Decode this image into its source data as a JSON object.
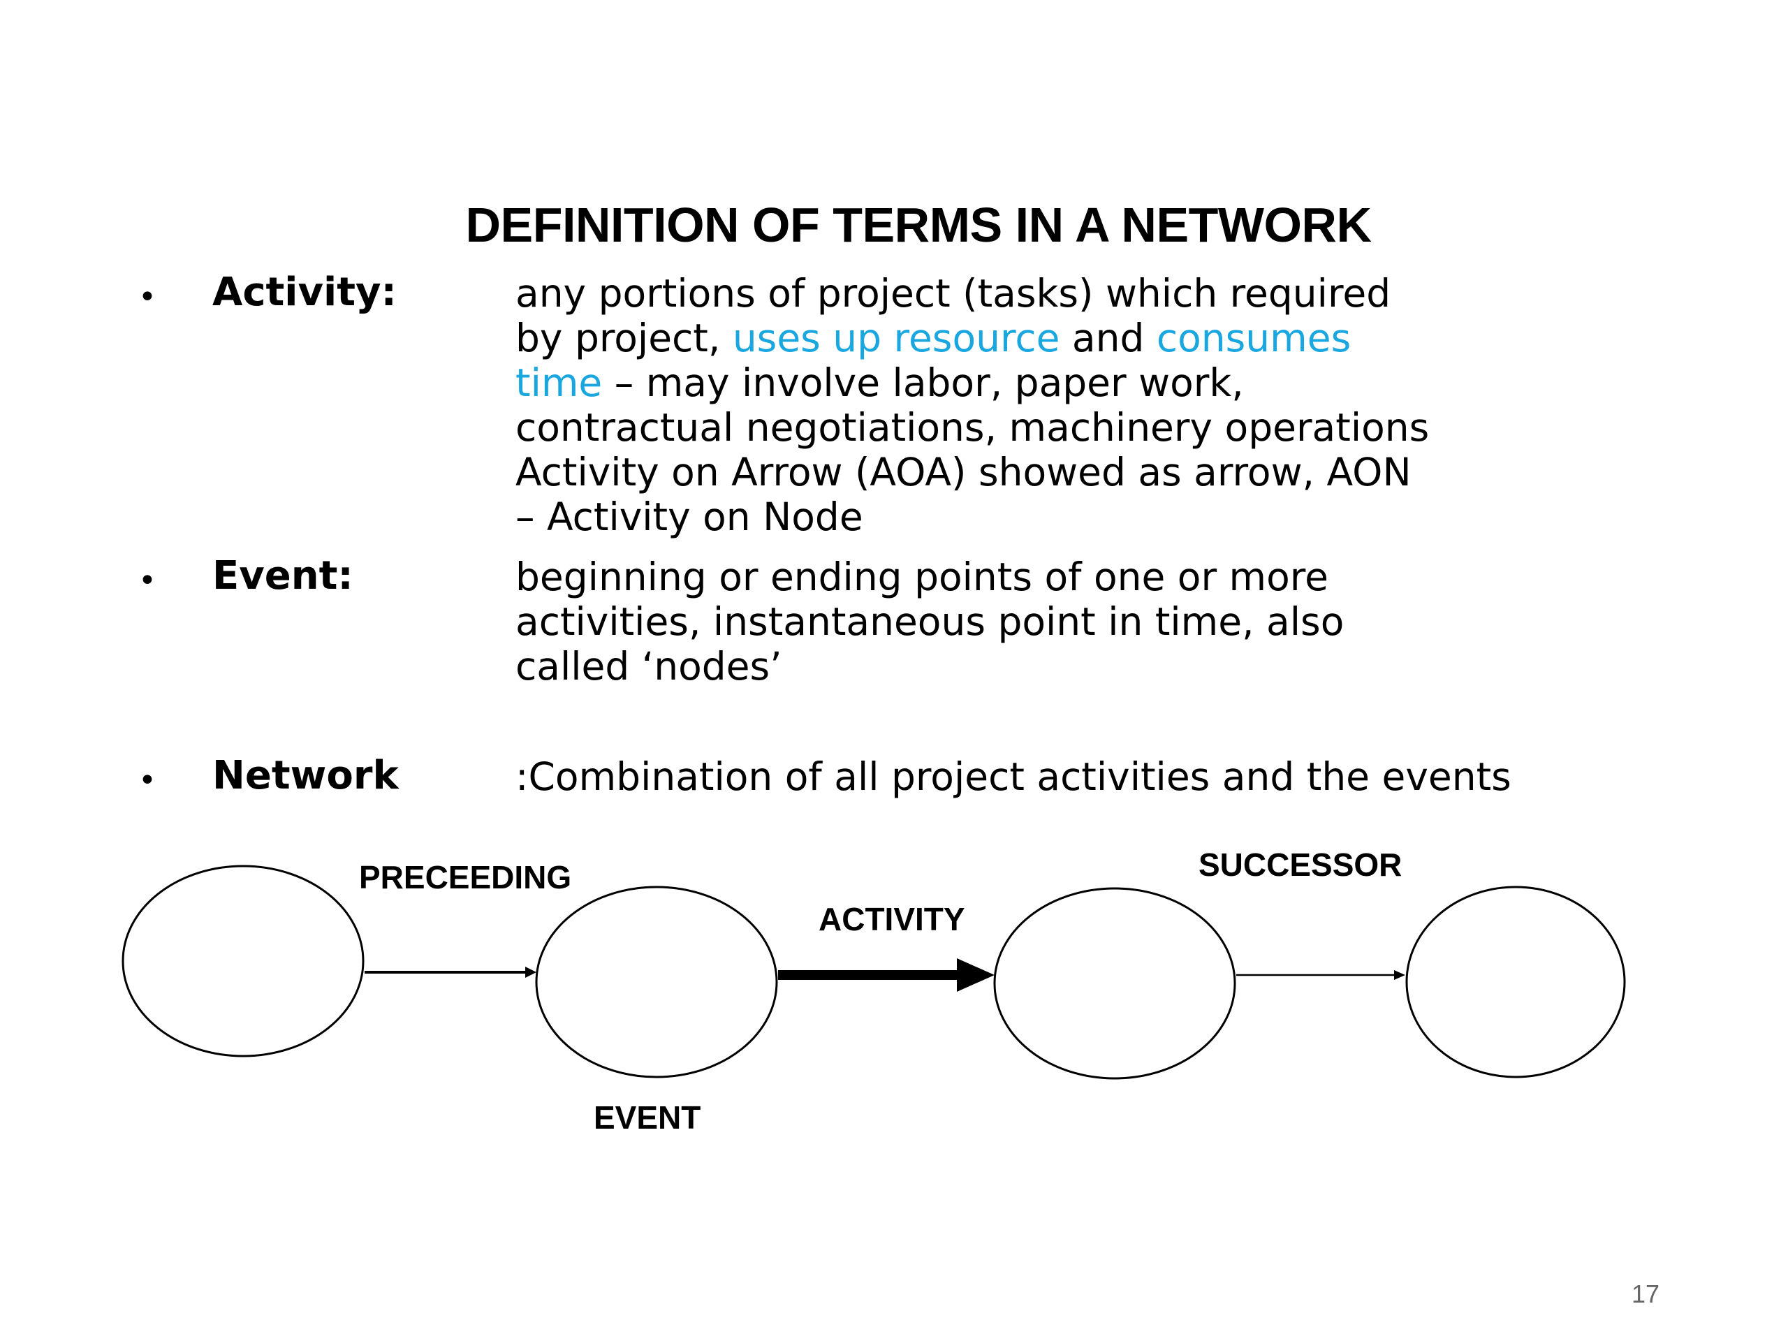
{
  "slide": {
    "title": "DEFINITION OF TERMS IN A NETWORK",
    "page_number": "17",
    "accent_color": "#1aa7e0",
    "bullet_glyph": "•",
    "terms": [
      {
        "term": "Activity:",
        "lines": [
          [
            {
              "text": "any portions of project (tasks) which required"
            }
          ],
          [
            {
              "text": "by project, "
            },
            {
              "text": "uses up resource",
              "highlight": true
            },
            {
              "text": " and "
            },
            {
              "text": "consumes",
              "highlight": true
            }
          ],
          [
            {
              "text": "time",
              "highlight": true
            },
            {
              "text": " – may involve labor, paper work,"
            }
          ],
          [
            {
              "text": "contractual negotiations, machinery operations"
            }
          ],
          [
            {
              "text": "Activity on Arrow (AOA) showed as arrow, AON"
            }
          ],
          [
            {
              "text": "– Activity on Node"
            }
          ]
        ]
      },
      {
        "term": "Event:",
        "lines": [
          [
            {
              "text": "beginning or ending points of one or more"
            }
          ],
          [
            {
              "text": "activities, instantaneous point in time, also"
            }
          ],
          [
            {
              "text": "called ‘nodes’"
            }
          ]
        ]
      },
      {
        "term": "Network",
        "lines": [
          [
            {
              "text": ":Combination of all project activities and the events"
            }
          ]
        ]
      }
    ]
  },
  "diagram": {
    "labels": {
      "preceding": "PRECEEDING",
      "activity": "ACTIVITY",
      "successor": "SUCCESSOR",
      "event": "EVENT"
    },
    "node_count": 4
  }
}
